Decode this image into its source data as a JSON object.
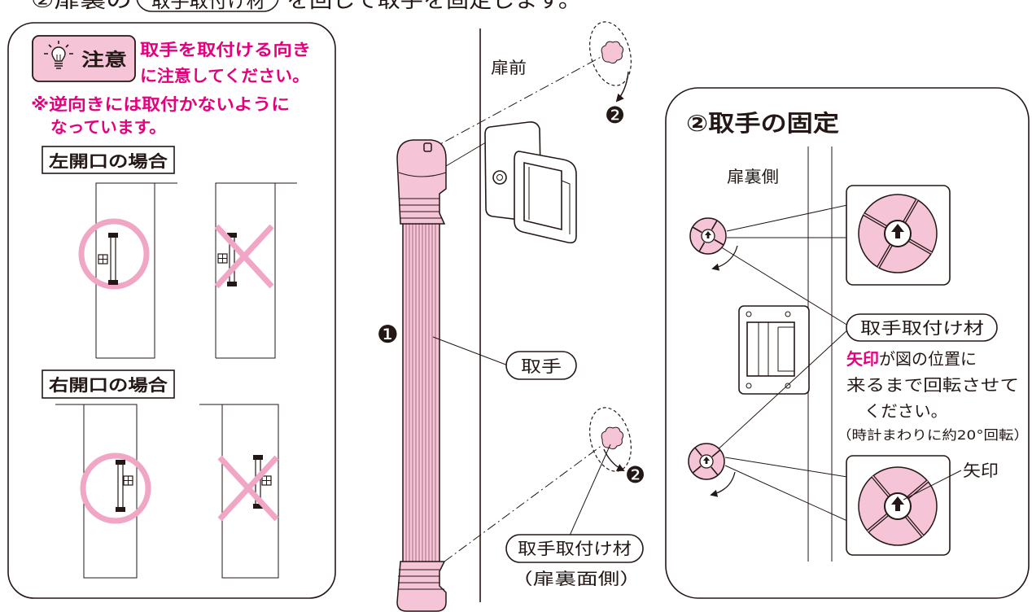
{
  "header": {
    "prefix": "②扉裏の",
    "part": "取手取付け材",
    "suffix": "を回して取手を固定します。"
  },
  "caution": {
    "icon": "lightbulb-icon",
    "badge": "注意",
    "message": [
      "取手を取付ける向き",
      "に注意してください。"
    ],
    "note": [
      "※逆向きには取付かないように",
      "なっています。"
    ]
  },
  "orientation_examples": {
    "marks": {
      "correct": "ok-circle-icon",
      "wrong": "ng-cross-icon"
    },
    "left_opening": {
      "label": "左開口の場合"
    },
    "right_opening": {
      "label": "右開口の場合"
    }
  },
  "mounting": {
    "door_front": "扉前",
    "step_handle": "❶",
    "step_fitting": "❷",
    "handle_label": "取手",
    "fitting_label": "取手取付け材",
    "fitting_location": "（扉裏面側）"
  },
  "fixing": {
    "title": "②取手の固定",
    "door_back": "扉裏側",
    "fitting_label": "取手取付け材",
    "instruction": {
      "highlight": "矢印",
      "line1": "が図の位置に",
      "line2": "来るまで回転させて",
      "line3": "ください。",
      "note": "（時計まわりに約20°回転）"
    },
    "arrow_label": "矢印"
  },
  "colors": {
    "ink": "#231815",
    "pink": "#f5c4d7",
    "ring": "#f0a6c4",
    "accent": "#e4007f"
  }
}
